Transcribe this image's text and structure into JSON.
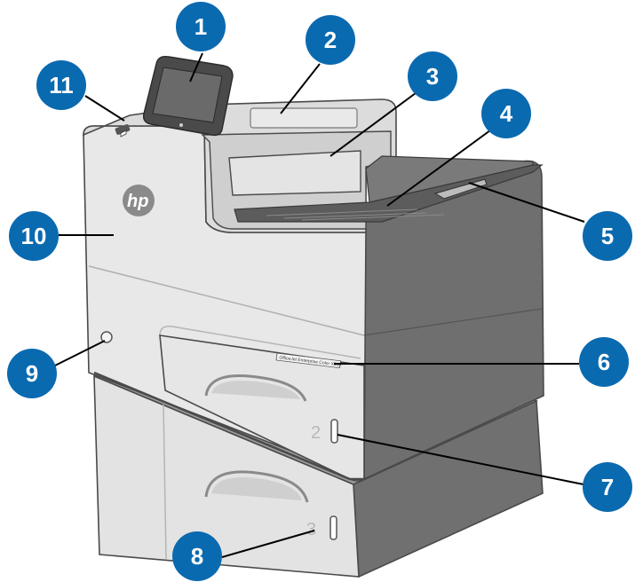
{
  "printer": {
    "logo": "hp",
    "model_label": "OfficeJet Enterprise Color X556",
    "tray2_number": "2",
    "tray3_number": "3"
  },
  "callouts": [
    "1",
    "2",
    "3",
    "4",
    "5",
    "6",
    "7",
    "8",
    "9",
    "10",
    "11"
  ],
  "colors": {
    "callout_fill": "#0a6ab0",
    "body_light": "#e6e6e6",
    "body_dark": "#6f6f6f",
    "outline": "#4a4a4a"
  }
}
